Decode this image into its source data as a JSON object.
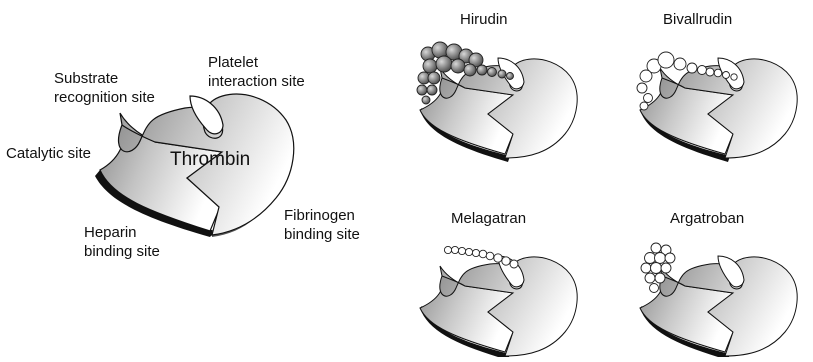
{
  "diagram": {
    "main": {
      "center_label": "Thrombin",
      "labels": {
        "substrate": [
          "Substrate",
          "recognition site"
        ],
        "platelet": [
          "Platelet",
          "interaction site"
        ],
        "catalytic": "Catalytic site",
        "heparin": [
          "Heparin",
          "binding site"
        ],
        "fibrinogen": [
          "Fibrinogen",
          "binding site"
        ]
      }
    },
    "inhibitors": [
      {
        "name": "Hirudin",
        "bead_style": "dark"
      },
      {
        "name": "Bivallrudin",
        "bead_style": "open"
      },
      {
        "name": "Melagatran",
        "bead_style": "open"
      },
      {
        "name": "Argatroban",
        "bead_style": "open"
      }
    ]
  }
}
